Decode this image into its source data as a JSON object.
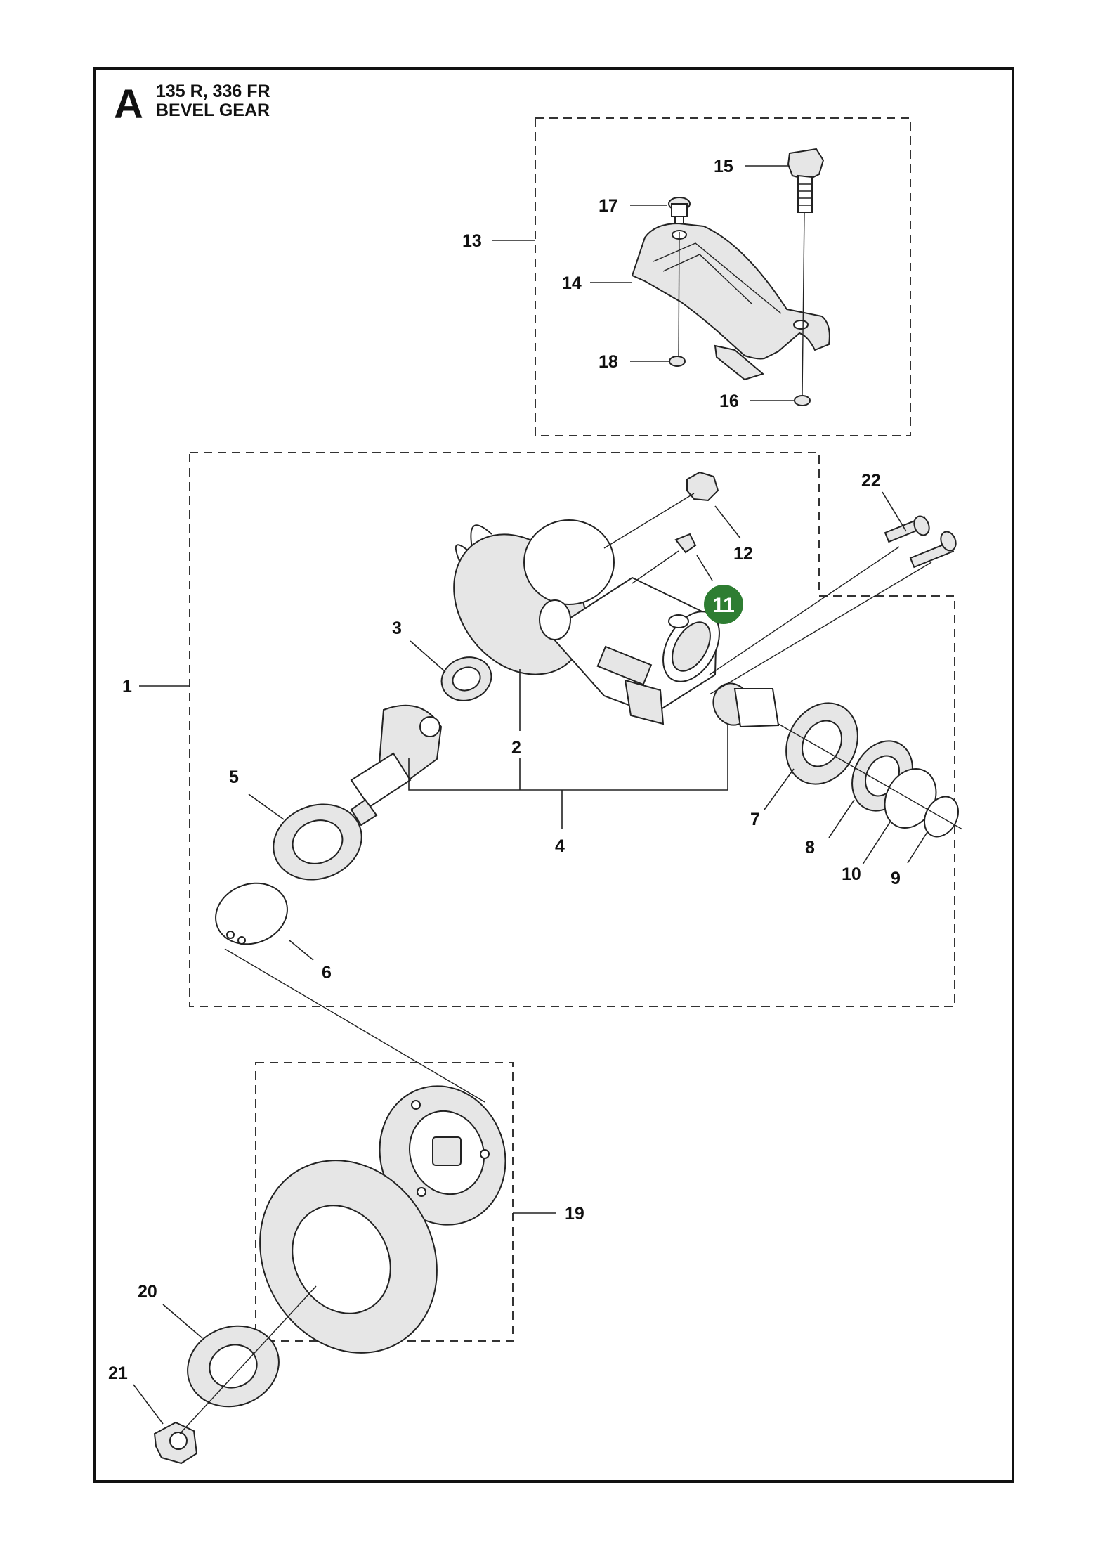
{
  "header": {
    "section_letter": "A",
    "models": "135 R, 336 FR",
    "title": "BEVEL GEAR"
  },
  "callouts": [
    "1",
    "2",
    "3",
    "4",
    "5",
    "6",
    "7",
    "8",
    "9",
    "10",
    "11",
    "12",
    "13",
    "14",
    "15",
    "16",
    "17",
    "18",
    "19",
    "20",
    "21",
    "22"
  ],
  "highlighted_callout": "11",
  "colors": {
    "highlight_badge": "#2e7d32",
    "line": "#222222",
    "frame": "#111111"
  }
}
